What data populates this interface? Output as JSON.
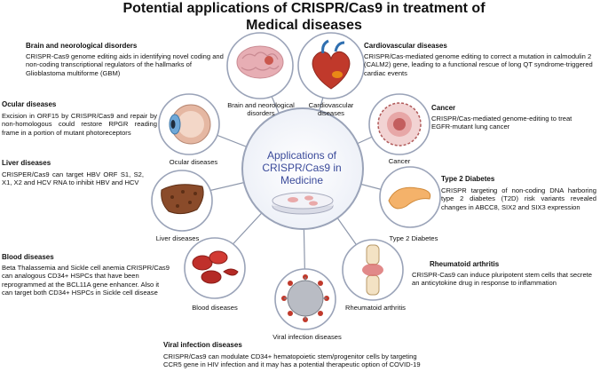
{
  "title": {
    "line1": "Potential applications of CRISPR/Cas9 in treatment of",
    "line2": "Medical diseases"
  },
  "center": {
    "line1": "Applications of",
    "line2": "CRISPR/Cas9 in",
    "line3": "Medicine"
  },
  "colors": {
    "circle_border": "#9aa3b8",
    "spoke": "#8d97ab",
    "center_text": "#3a4a9a",
    "heart": "#c0392b",
    "brain": "#e7aeb4"
  },
  "nodes": {
    "brain": {
      "label_l1": "Brain and neorological",
      "label_l2": "disorders",
      "icon": "brain-icon",
      "heading": "Brain and neorological disorders",
      "text": "CRISPR-Cas9 genome editing aids in identifying novel coding and non-coding transcriptional regulators of the hallmarks of Glioblastoma multiforme (GBM)"
    },
    "cardio": {
      "label_l1": "Cardiovascular",
      "label_l2": "diseases",
      "icon": "heart-icon",
      "heading": "Cardiovascular diseases",
      "text": "CRISPR/Cas-mediated genome editing to correct a mutation in calmodulin 2 (CALM2) gene, leading to a functional rescue of long QT syndrome-triggered cardiac events"
    },
    "ocular": {
      "label": "Ocular diseases",
      "icon": "eye-icon",
      "heading": "Ocular diseases",
      "text": "Excision in ORF15 by CRISPR/Cas9 and repair by non-homologous could restore RPGR reading frame in a portion of mutant photoreceptors"
    },
    "cancer": {
      "label": "Cancer",
      "icon": "tumor-cell-icon",
      "heading": "Cancer",
      "text": "CRISPR/Cas-mediated genome-editing to treat EGFR-mutant lung cancer"
    },
    "liver": {
      "label": "Liver diseases",
      "icon": "liver-icon",
      "heading": "Liver diseases",
      "text": "CRISPER/Cas9 can target HBV ORF S1, S2, X1, X2 and HCV RNA to inhibit HBV and HCV"
    },
    "diabetes": {
      "label": "Type 2 Diabetes",
      "icon": "pancreas-icon",
      "heading": "Type 2 Diabetes",
      "text": "CRISPR targeting of non-coding DNA harboring type 2 diabetes (T2D) risk variants revealed changes in ABCC8, SIX2 and SIX3 expression"
    },
    "blood": {
      "label": "Blood diseases",
      "icon": "red-blood-cells-icon",
      "heading": "Blood diseases",
      "text": "Beta Thalassemia and Sickle cell anemia CRISPR/Cas9 can analogous CD34+ HSPCs that have been reprogrammed at the BCL11A gene enhancer. Also it can target both CD34+ HSPCs in Sickle cell disease"
    },
    "rheum": {
      "label": "Rheumatoid arthritis",
      "icon": "joint-icon",
      "heading": "Rheumatoid arthritis",
      "text": "CRISPR-Cas9 can induce pluripotent stem cells that secrete an anticytokine drug in response to inflammation"
    },
    "viral": {
      "label": "Viral infection diseases",
      "icon": "virus-icon",
      "heading": "Viral infection diseases",
      "text": "CRISPR/Cas9 can modulate CD34+ hematopoietic stem/progenitor cells by targeting CCR5 gene in HIV infection and it may has a potential therapeutic option of COVID-19"
    }
  }
}
